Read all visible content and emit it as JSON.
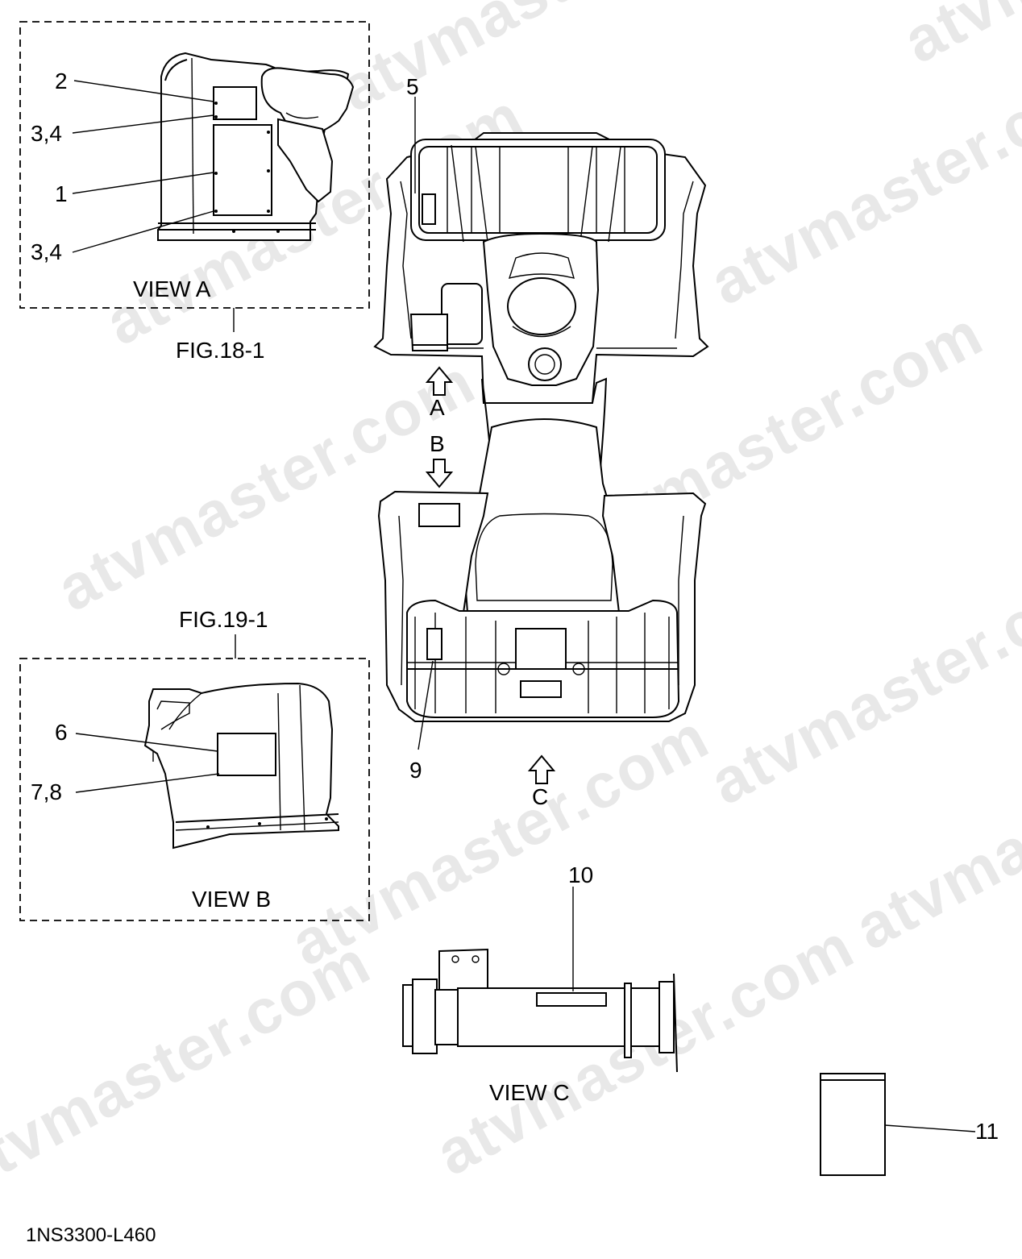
{
  "watermark": "atvmaster.com",
  "views": {
    "a": {
      "title": "VIEW A",
      "figure": "FIG.18-1"
    },
    "b": {
      "title": "VIEW B",
      "figure": "FIG.19-1"
    },
    "c": {
      "title": "VIEW C"
    }
  },
  "arrows": {
    "a": "A",
    "b": "B",
    "c": "C"
  },
  "callouts": {
    "c1": "1",
    "c2": "2",
    "c34a": "3,4",
    "c34b": "3,4",
    "c5": "5",
    "c6": "6",
    "c78": "7,8",
    "c9": "9",
    "c10": "10",
    "c11": "11"
  },
  "part_code": "1NS3300-L460"
}
